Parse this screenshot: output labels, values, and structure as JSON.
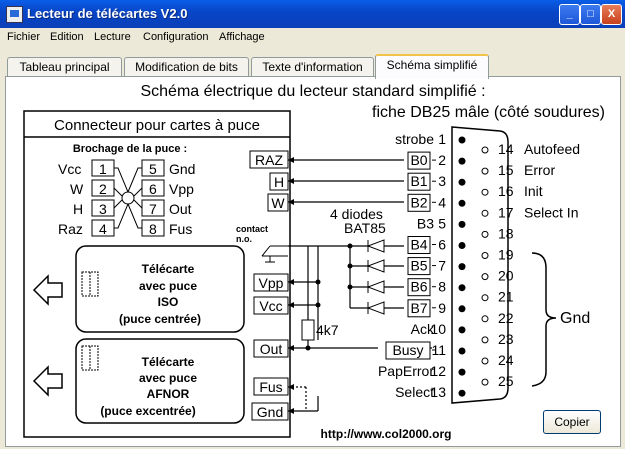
{
  "window": {
    "title": "Lecteur de télécartes V2.0",
    "controls": {
      "minimize": "_",
      "maximize": "□",
      "close": "X"
    }
  },
  "menu": [
    "Fichier",
    "Edition",
    "Lecture",
    "Configuration",
    "Affichage"
  ],
  "tabs": [
    "Tableau principal",
    "Modification de bits",
    "Texte d'information",
    "Schéma simplifié"
  ],
  "active_tab": "Schéma simplifié",
  "schema": {
    "title": "Schéma électrique du lecteur standard simplifié :",
    "db25_label": "fiche DB25 mâle (côté soudures)",
    "connector_title": "Connecteur pour cartes à puce",
    "pinout_title": "Brochage de la puce :",
    "chip_left": [
      {
        "name": "Vcc",
        "num": "1"
      },
      {
        "name": "W",
        "num": "2"
      },
      {
        "name": "H",
        "num": "3"
      },
      {
        "name": "Raz",
        "num": "4"
      }
    ],
    "chip_right": [
      {
        "num": "5",
        "name": "Gnd"
      },
      {
        "num": "6",
        "name": "Vpp"
      },
      {
        "num": "7",
        "name": "Out"
      },
      {
        "num": "8",
        "name": "Fus"
      }
    ],
    "card_iso": {
      "line1": "Télécarte",
      "line2": "avec puce",
      "line3": "ISO",
      "line4": "(puce centrée)"
    },
    "card_afnor": {
      "line1": "Télécarte",
      "line2": "avec puce",
      "line3": "AFNOR",
      "line4": "(puce excentrée)"
    },
    "signals": [
      "RAZ",
      "H",
      "W",
      "Vpp",
      "Vcc",
      "Out",
      "Fus",
      "Gnd"
    ],
    "contact_label": [
      "contact",
      "n.o."
    ],
    "diodes_label": [
      "4 diodes",
      "BAT85"
    ],
    "resistor": "4k7",
    "db25_left_pins": [
      {
        "label": "strobe",
        "num": "1",
        "box": ""
      },
      {
        "label": "",
        "num": "2",
        "box": "B0"
      },
      {
        "label": "",
        "num": "3",
        "box": "B1"
      },
      {
        "label": "",
        "num": "4",
        "box": "B2"
      },
      {
        "label": "B3",
        "num": "5",
        "box": ""
      },
      {
        "label": "",
        "num": "6",
        "box": "B4"
      },
      {
        "label": "",
        "num": "7",
        "box": "B5"
      },
      {
        "label": "",
        "num": "8",
        "box": "B6"
      },
      {
        "label": "",
        "num": "9",
        "box": "B7"
      },
      {
        "label": "Ack",
        "num": "10",
        "box": ""
      },
      {
        "label": "",
        "num": "11",
        "box": "Busy"
      },
      {
        "label": "PapError",
        "num": "12",
        "box": ""
      },
      {
        "label": "Select",
        "num": "13",
        "box": ""
      }
    ],
    "db25_right_pins": [
      {
        "num": "14",
        "label": "Autofeed"
      },
      {
        "num": "15",
        "label": "Error"
      },
      {
        "num": "16",
        "label": "Init"
      },
      {
        "num": "17",
        "label": "Select In"
      },
      {
        "num": "18",
        "label": ""
      },
      {
        "num": "19",
        "label": ""
      },
      {
        "num": "20",
        "label": ""
      },
      {
        "num": "21",
        "label": ""
      },
      {
        "num": "22",
        "label": ""
      },
      {
        "num": "23",
        "label": ""
      },
      {
        "num": "24",
        "label": ""
      },
      {
        "num": "25",
        "label": ""
      }
    ],
    "gnd_label": "Gnd",
    "url": "http://www.col2000.org"
  },
  "copy_button": "Copier"
}
